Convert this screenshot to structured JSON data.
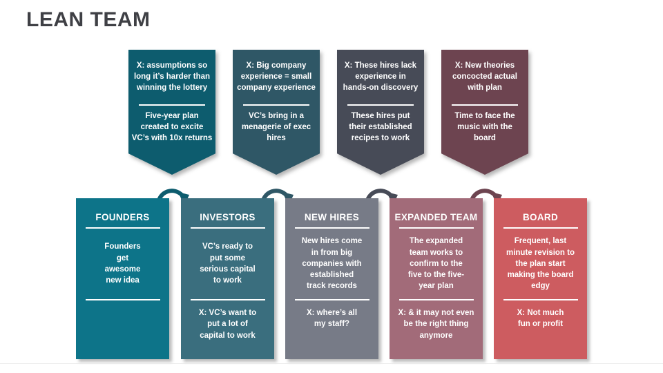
{
  "slide": {
    "title": "LEAN TEAM",
    "title_color": "#3f4045",
    "background": "#ffffff"
  },
  "banners": [
    {
      "name": "founders-to-investors",
      "color": "#0d5c6e",
      "top_text": "X: assumptions so\nlong it’s harder than\nwinning the lottery",
      "bottom_text": "Five-year plan\ncreated to excite\nVC’s with 10x returns"
    },
    {
      "name": "investors-to-new-hires",
      "color": "#2f5766",
      "top_text": "X: Big company\nexperience = small\ncompany experience",
      "bottom_text": "VC’s bring in a\nmenagerie of exec\nhires"
    },
    {
      "name": "new-hires-to-expanded-team",
      "color": "#474b57",
      "top_text": "X: These hires lack\nexperience in\nhands-on discovery",
      "bottom_text": "These hires put\ntheir established\nrecipes to work"
    },
    {
      "name": "expanded-team-to-board",
      "color": "#6d4450",
      "top_text": "X: New theories\nconcocted actual\nwith plan",
      "bottom_text": "Time to face the\nmusic with the\nboard"
    }
  ],
  "boxes": [
    {
      "title": "FOUNDERS",
      "color": "#0d7489",
      "body": "Founders\nget\nawesome\nnew idea",
      "note": ""
    },
    {
      "title": "INVESTORS",
      "color": "#3a6e7e",
      "body": "VC’s ready to\nput some\nserious capital\nto work",
      "note": "X: VC’s want to\nput a lot of\ncapital to work"
    },
    {
      "title": "NEW HIRES",
      "color": "#777b87",
      "body": "New hires come\nin from big\ncompanies with\nestablished\ntrack records",
      "note": "X: where’s all\nmy staff?"
    },
    {
      "title": "EXPANDED TEAM",
      "color": "#a26b79",
      "body": "The expanded\nteam works to\nconfirm to the\nfive to the five-\nyear plan",
      "note": "X: & it may not even\nbe the right thing\nanymore"
    },
    {
      "title": "BOARD",
      "color": "#cd5c60",
      "body": "Frequent, last\nminute revision to\nthe plan start\nmaking the board\nedgy",
      "note": "X: Not much\nfun or profit"
    }
  ]
}
